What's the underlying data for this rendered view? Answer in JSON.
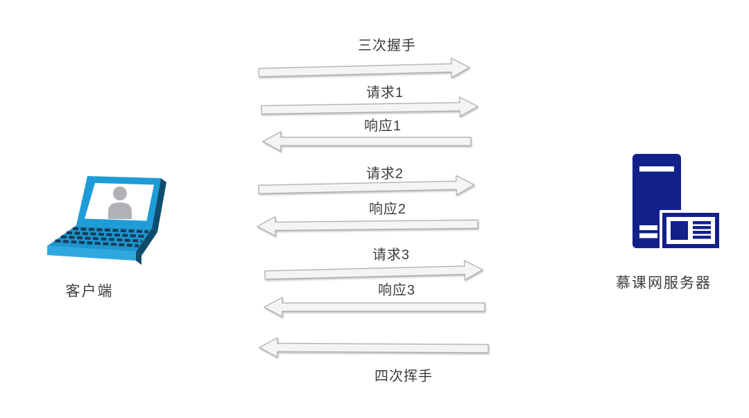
{
  "client": {
    "label": "客户端"
  },
  "server": {
    "label": "慕课网服务器"
  },
  "messages": [
    {
      "label": "三次握手",
      "direction": "right"
    },
    {
      "label": "请求1",
      "direction": "right"
    },
    {
      "label": "响应1",
      "direction": "left"
    },
    {
      "label": "请求2",
      "direction": "right"
    },
    {
      "label": "响应2",
      "direction": "left"
    },
    {
      "label": "请求3",
      "direction": "right"
    },
    {
      "label": "响应3",
      "direction": "left"
    },
    {
      "label": "四次挥手",
      "direction": "left"
    }
  ],
  "icons": {
    "client": "laptop-icon",
    "server": "server-tower-icon"
  },
  "colors": {
    "text": "#3d3d3d",
    "arrow_fill": "#f4f4f4",
    "arrow_stroke": "#a9a9a9",
    "laptop_blue": "#1e9cd7",
    "laptop_deck": "#1e96cf",
    "laptop_front": "#2fa8de",
    "laptop_dark": "#0e4c6e",
    "laptop_keys": "#153c5b",
    "person_gray": "#afb1b4",
    "server_navy": "#12218a"
  }
}
